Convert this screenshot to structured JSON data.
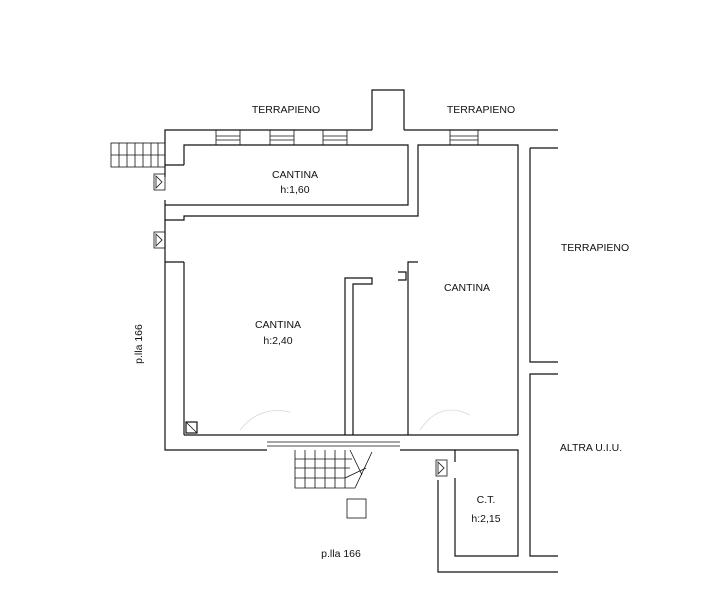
{
  "plan": {
    "labels": {
      "terrapieno_top_left": "TERRAPIENO",
      "terrapieno_top_right": "TERRAPIENO",
      "terrapieno_right": "TERRAPIENO",
      "cantina_upper": "CANTINA",
      "cantina_upper_height": "h:1,60",
      "cantina_main": "CANTINA",
      "cantina_main_height": "h:2,40",
      "cantina_right": "CANTINA",
      "altra_uiu": "ALTRA U.I.U.",
      "ct": "C.T.",
      "ct_height": "h:2,15",
      "plla_left": "p.lla 166",
      "plla_bottom": "p.lla 166"
    }
  }
}
